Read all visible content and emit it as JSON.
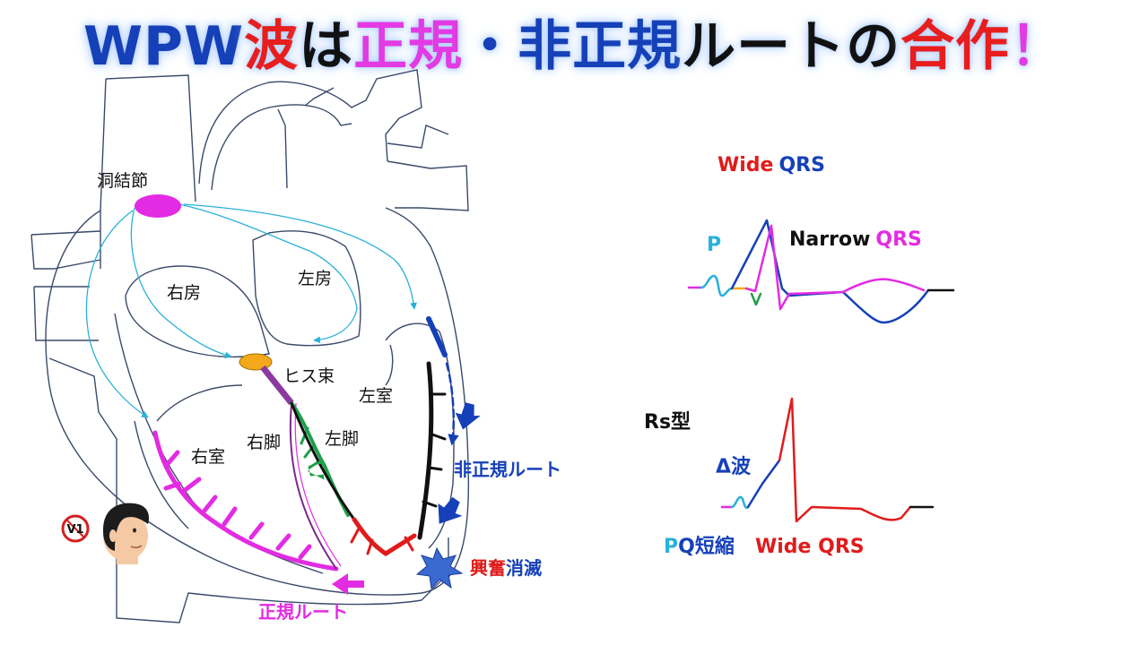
{
  "title": {
    "parts": [
      {
        "text": "WPW",
        "color": "#1540b8"
      },
      {
        "text": "波",
        "color": "#e81d1d"
      },
      {
        "text": "は",
        "color": "#111111"
      },
      {
        "text": "正規",
        "color": "#e33ae3"
      },
      {
        "text": "・",
        "color": "#1540b8"
      },
      {
        "text": "非正規",
        "color": "#1540b8"
      },
      {
        "text": "ルートの",
        "color": "#111111"
      },
      {
        "text": "合作",
        "color": "#e81d1d"
      },
      {
        "text": "！",
        "color": "#e33ae3"
      }
    ]
  },
  "heart": {
    "sa_node": "洞結節",
    "right_atrium": "右房",
    "left_atrium": "左房",
    "his_bundle": "ヒス束",
    "left_ventricle": "左室",
    "right_bundle": "右脚",
    "left_bundle": "左脚",
    "right_ventricle": "右室",
    "lead_badge": "V1"
  },
  "routes": {
    "accessory": "非正規ルート",
    "normal": "正規ルート",
    "collision_part1": "興奮",
    "collision_part2": "消滅"
  },
  "ecg_top": {
    "wide": "Wide",
    "qrs1": "QRS",
    "p": "P",
    "narrow": "Narrow",
    "qrs2": "QRS",
    "v": "V"
  },
  "ecg_bottom": {
    "rs_type": "Rs型",
    "delta": "Δ波",
    "pq_1": "P",
    "pq_2": "Q短縮",
    "wide_qrs": "Wide QRS"
  },
  "colors": {
    "accessory": "#1540b8",
    "normal": "#e33ae3",
    "red": "#e01b1b",
    "green": "#1fa04a",
    "cyan": "#29b1d9",
    "orange": "#f4a81c"
  }
}
